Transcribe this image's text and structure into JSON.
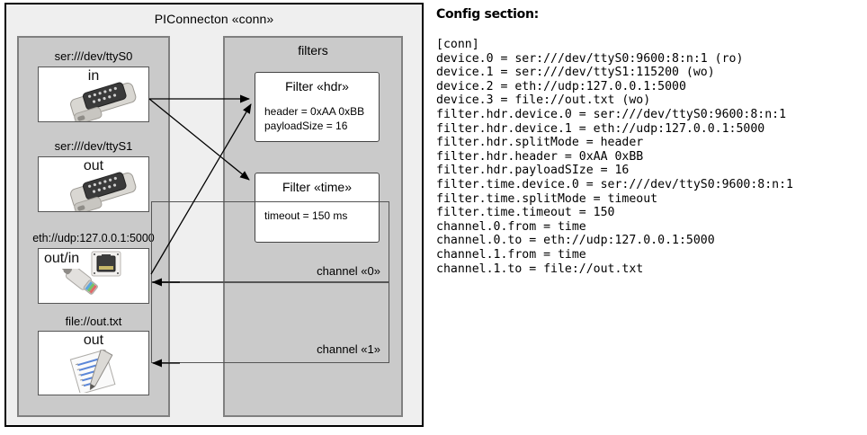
{
  "diagram": {
    "outer": {
      "title": "PIConnecton «conn»"
    },
    "devices_group": {
      "name": "devices-container",
      "devices": [
        {
          "label": "ser:///dev/ttyS0",
          "io": "in",
          "icon": "serial-port-icon"
        },
        {
          "label": "ser:///dev/ttyS1",
          "io": "out",
          "icon": "serial-port-icon"
        },
        {
          "label": "eth://udp:127.0.0.1:5000",
          "io": "out/in",
          "icon": "ethernet-socket-icon"
        },
        {
          "label": "file://out.txt",
          "io": "out",
          "icon": "text-file-icon"
        }
      ]
    },
    "filters_group": {
      "title": "filters",
      "filters": [
        {
          "title": "Filter «hdr»",
          "lines": [
            "header = 0xAA 0xBB",
            "payloadSize = 16"
          ]
        },
        {
          "title": "Filter «time»",
          "lines": [
            "timeout = 150 ms"
          ]
        }
      ]
    },
    "channels": [
      {
        "label": "channel «0»"
      },
      {
        "label": "channel «1»"
      }
    ],
    "colors": {
      "page_background": "#ffffff",
      "outer_fill": "#efefef",
      "group_fill": "#cacaca",
      "group_border": "#808080",
      "card_fill": "#ffffff",
      "line": "#000000"
    }
  },
  "config": {
    "heading": "Config section:",
    "lines": [
      "[conn]",
      "device.0 = ser:///dev/ttyS0:9600:8:n:1 (ro)",
      "device.1 = ser:///dev/ttyS1:115200 (wo)",
      "device.2 = eth://udp:127.0.0.1:5000",
      "device.3 = file://out.txt (wo)",
      "filter.hdr.device.0 = ser:///dev/ttyS0:9600:8:n:1",
      "filter.hdr.device.1 = eth://udp:127.0.0.1:5000",
      "filter.hdr.splitMode = header",
      "filter.hdr.header = 0xAA 0xBB",
      "filter.hdr.payloadSIze = 16",
      "filter.time.device.0 = ser:///dev/ttyS0:9600:8:n:1",
      "filter.time.splitMode = timeout",
      "filter.time.timeout = 150",
      "channel.0.from = time",
      "channel.0.to = eth://udp:127.0.0.1:5000",
      "channel.1.from = time",
      "channel.1.to = file://out.txt"
    ]
  }
}
